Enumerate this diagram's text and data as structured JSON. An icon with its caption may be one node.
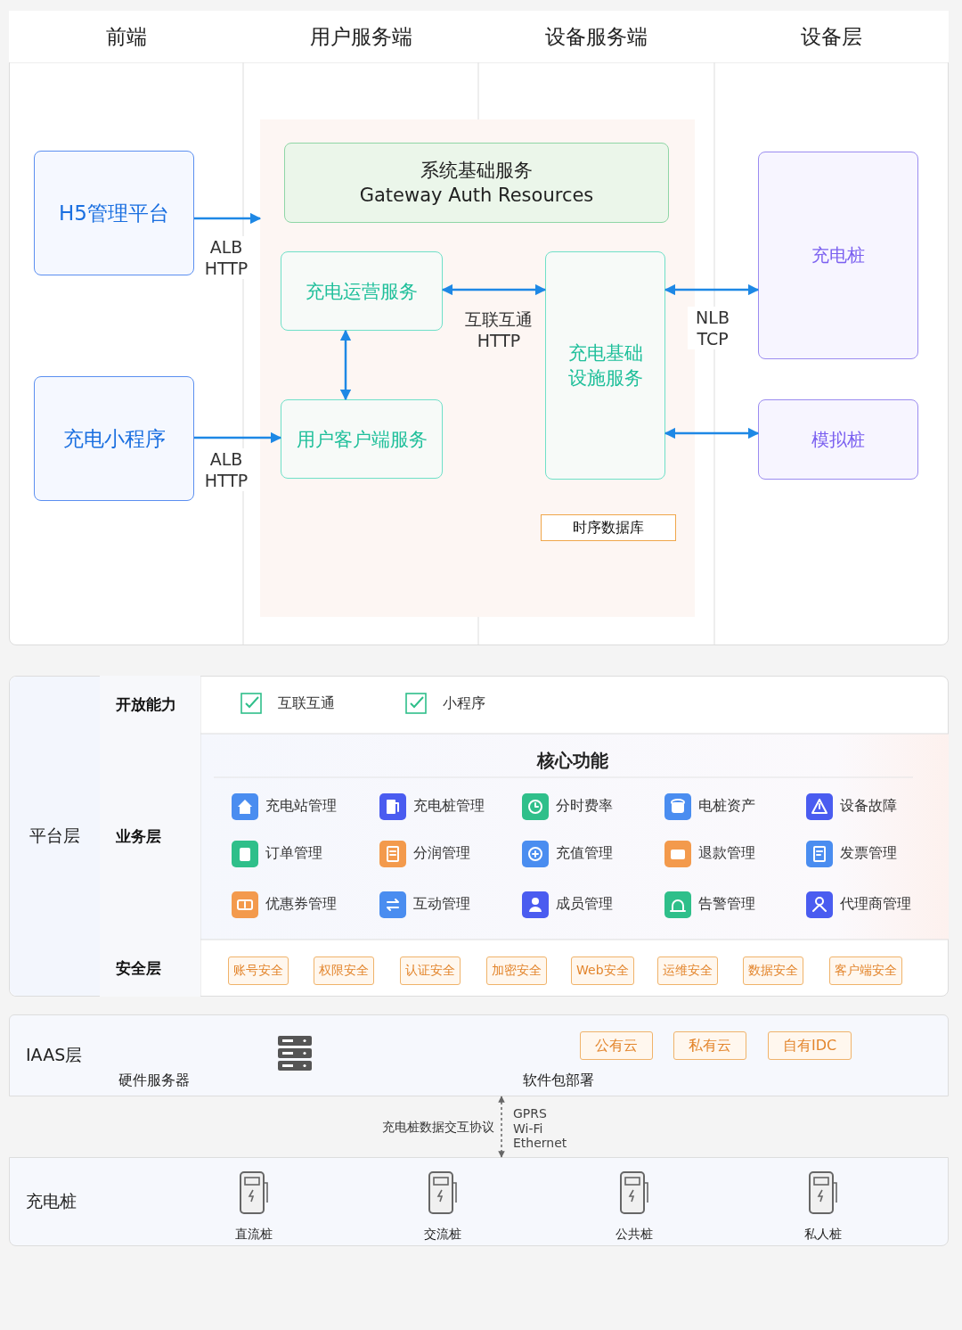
{
  "diagram": {
    "nodes": [
      {
        "text": [
          "H5管理平台"
        ]
      },
      {
        "text": [
          "充电小程序"
        ]
      },
      {
        "text": [],
        "shape": "box"
      },
      {
        "text": [
          "系统基础服务",
          "Gateway Auth Resources"
        ],
        "in": 2
      },
      {
        "text": [
          "充电运营服务"
        ],
        "in": 2
      },
      {
        "text": [
          "用户客户端服务"
        ],
        "in": 2
      },
      {
        "text": [
          "充电基础设施服务"
        ],
        "in": 2
      },
      {
        "text": [
          "充电桩"
        ]
      },
      {
        "text": [
          "模拟桩"
        ]
      },
      {
        "text": [
          "IAAS层"
        ]
      },
      {
        "text": [
          "充电桩"
        ]
      }
    ],
    "edges": [
      {
        "from": 0,
        "to": 2,
        "arrow": "to",
        "label": "ALB HTTP"
      },
      {
        "from": 1,
        "to": 5,
        "arrow": "to",
        "label": "ALB HTTP"
      },
      {
        "from": 4,
        "to": 6,
        "arrow": "both",
        "label": "互联互通 HTTP"
      },
      {
        "from": 4,
        "to": 5,
        "arrow": "both"
      },
      {
        "from": 6,
        "to": 7,
        "arrow": "both",
        "label": "NLB TCP"
      },
      {
        "from": 6,
        "to": 8,
        "arrow": "both"
      },
      {
        "from": 9,
        "to": 10,
        "arrow": "both",
        "label": "充电桩数据交互协议",
        "style": "dashed",
        "color": "#666666"
      }
    ],
    "labels": [
      "前端",
      "用户服务端",
      "设备服务端",
      "设备层",
      "时序数据库",
      "平台层",
      "开放能力",
      "互联互通",
      "小程序",
      "业务层",
      "核心功能",
      "充电站管理",
      "充电桩管理",
      "分时费率",
      "电桩资产",
      "设备故障",
      "订单管理",
      "分润管理",
      "充值管理",
      "退款管理",
      "发票管理",
      "优惠券管理",
      "互动管理",
      "成员管理",
      "告警管理",
      "代理商管理",
      "安全层",
      "账号安全",
      "权限安全",
      "认证安全",
      "加密安全",
      "Web安全",
      "运维安全",
      "数据安全",
      "客户端安全",
      "硬件服务器",
      "公有云",
      "私有云",
      "自有IDC",
      "软件包部署",
      "GPRS",
      "Wi-Fi",
      "Ethernet",
      "直流桩",
      "交流桩",
      "公共桩",
      "私人桩"
    ]
  }
}
